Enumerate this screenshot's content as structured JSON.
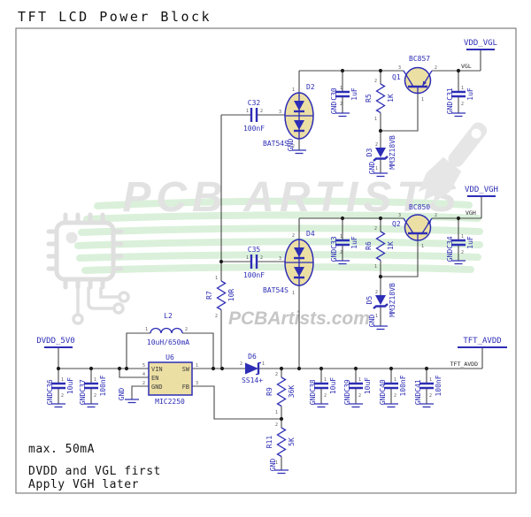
{
  "title": "TFT LCD Power Block",
  "notes": {
    "max_current": "max. 50mA",
    "sequence_1": "DVDD and VGL first",
    "sequence_2": "Apply VGH later"
  },
  "watermarks": {
    "brand": "PCB ARTISTS",
    "site": "PCBArtists.com"
  },
  "power_labels": {
    "vdd_vgl": "VDD_VGL",
    "vdd_vgh": "VDD_VGH",
    "dvdd_5v0": "DVDD_5V0",
    "tft_avdd": "TFT_AVDD",
    "gnd": "GND"
  },
  "net_labels": {
    "vgl": "VGL",
    "vgh": "VGH",
    "tft_avdd": "TFT_AVDD"
  },
  "pins": {
    "p1": "1",
    "p2": "2",
    "p3": "3",
    "p4": "4",
    "p5": "5"
  },
  "components": {
    "c30": {
      "ref": "C30",
      "value": "1uF"
    },
    "c31": {
      "ref": "C31",
      "value": "1uF"
    },
    "c32": {
      "ref": "C32",
      "value": "100nF"
    },
    "c33": {
      "ref": "C33",
      "value": "1uF"
    },
    "c34": {
      "ref": "C34",
      "value": "1uF"
    },
    "c35": {
      "ref": "C35",
      "value": "100nF"
    },
    "c36": {
      "ref": "C36",
      "value": "10uF"
    },
    "c37": {
      "ref": "C37",
      "value": "100nF"
    },
    "c38": {
      "ref": "C38",
      "value": "10uF"
    },
    "c39": {
      "ref": "C39",
      "value": "10uF"
    },
    "c40": {
      "ref": "C40",
      "value": "100nF"
    },
    "c41": {
      "ref": "C41",
      "value": "100nF"
    },
    "r5": {
      "ref": "R5",
      "value": "1K"
    },
    "r6": {
      "ref": "R6",
      "value": "1K"
    },
    "r7": {
      "ref": "R7",
      "value": "10R"
    },
    "r9": {
      "ref": "R9",
      "value": "36K"
    },
    "r11": {
      "ref": "R11",
      "value": "5K"
    },
    "d2": {
      "ref": "D2",
      "value": "BAT54S"
    },
    "d3": {
      "ref": "D3",
      "value": "MM3Z18VB"
    },
    "d4": {
      "ref": "D4",
      "value": "BAT54S"
    },
    "d5": {
      "ref": "D5",
      "value": "MM3Z18VB"
    },
    "d6": {
      "ref": "D6",
      "value": "SS14+"
    },
    "q1": {
      "ref": "Q1",
      "value": "BC857"
    },
    "q2": {
      "ref": "Q2",
      "value": "BC850"
    },
    "l2": {
      "ref": "L2",
      "value": "10uH/650mA"
    },
    "u6": {
      "ref": "U6",
      "value": "MIC2250",
      "pin_names": {
        "vin": "VIN",
        "en": "EN",
        "gnd": "GND",
        "sw": "SW",
        "fb": "FB"
      }
    }
  },
  "colors": {
    "symbol_blue": "#2d2db5",
    "symbol_fill": "#ecdfa4",
    "wire_gray": "#474747",
    "watermark_gray": "#e2e2e2",
    "watermark_green": "#daf0da"
  }
}
